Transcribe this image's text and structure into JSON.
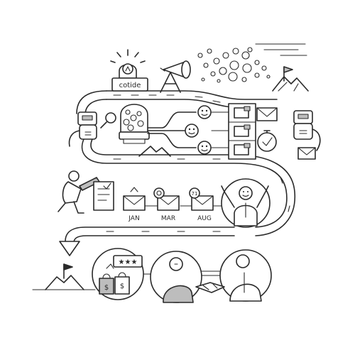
{
  "sign": {
    "label": "cotide"
  },
  "timeline": {
    "months": [
      "JAN",
      "MAR",
      "AUG"
    ],
    "badge": "71"
  },
  "icons": [
    "lightbulb-icon",
    "megaphone-icon",
    "robot-icon",
    "magnifier-icon",
    "gumball-machine-icon",
    "smiley-icon",
    "mailbox-icon",
    "envelope-icon",
    "stopwatch-icon",
    "checkmark-icon",
    "pencil-icon",
    "clipboard-icon",
    "mountain-icon",
    "flag-icon",
    "arrow-down-icon",
    "shopping-bag-icon",
    "star-rating-icon",
    "handshake-icon"
  ],
  "colors": {
    "ink": "#2a2a2a",
    "shade": "#bdbdbd",
    "background": "#ffffff"
  }
}
